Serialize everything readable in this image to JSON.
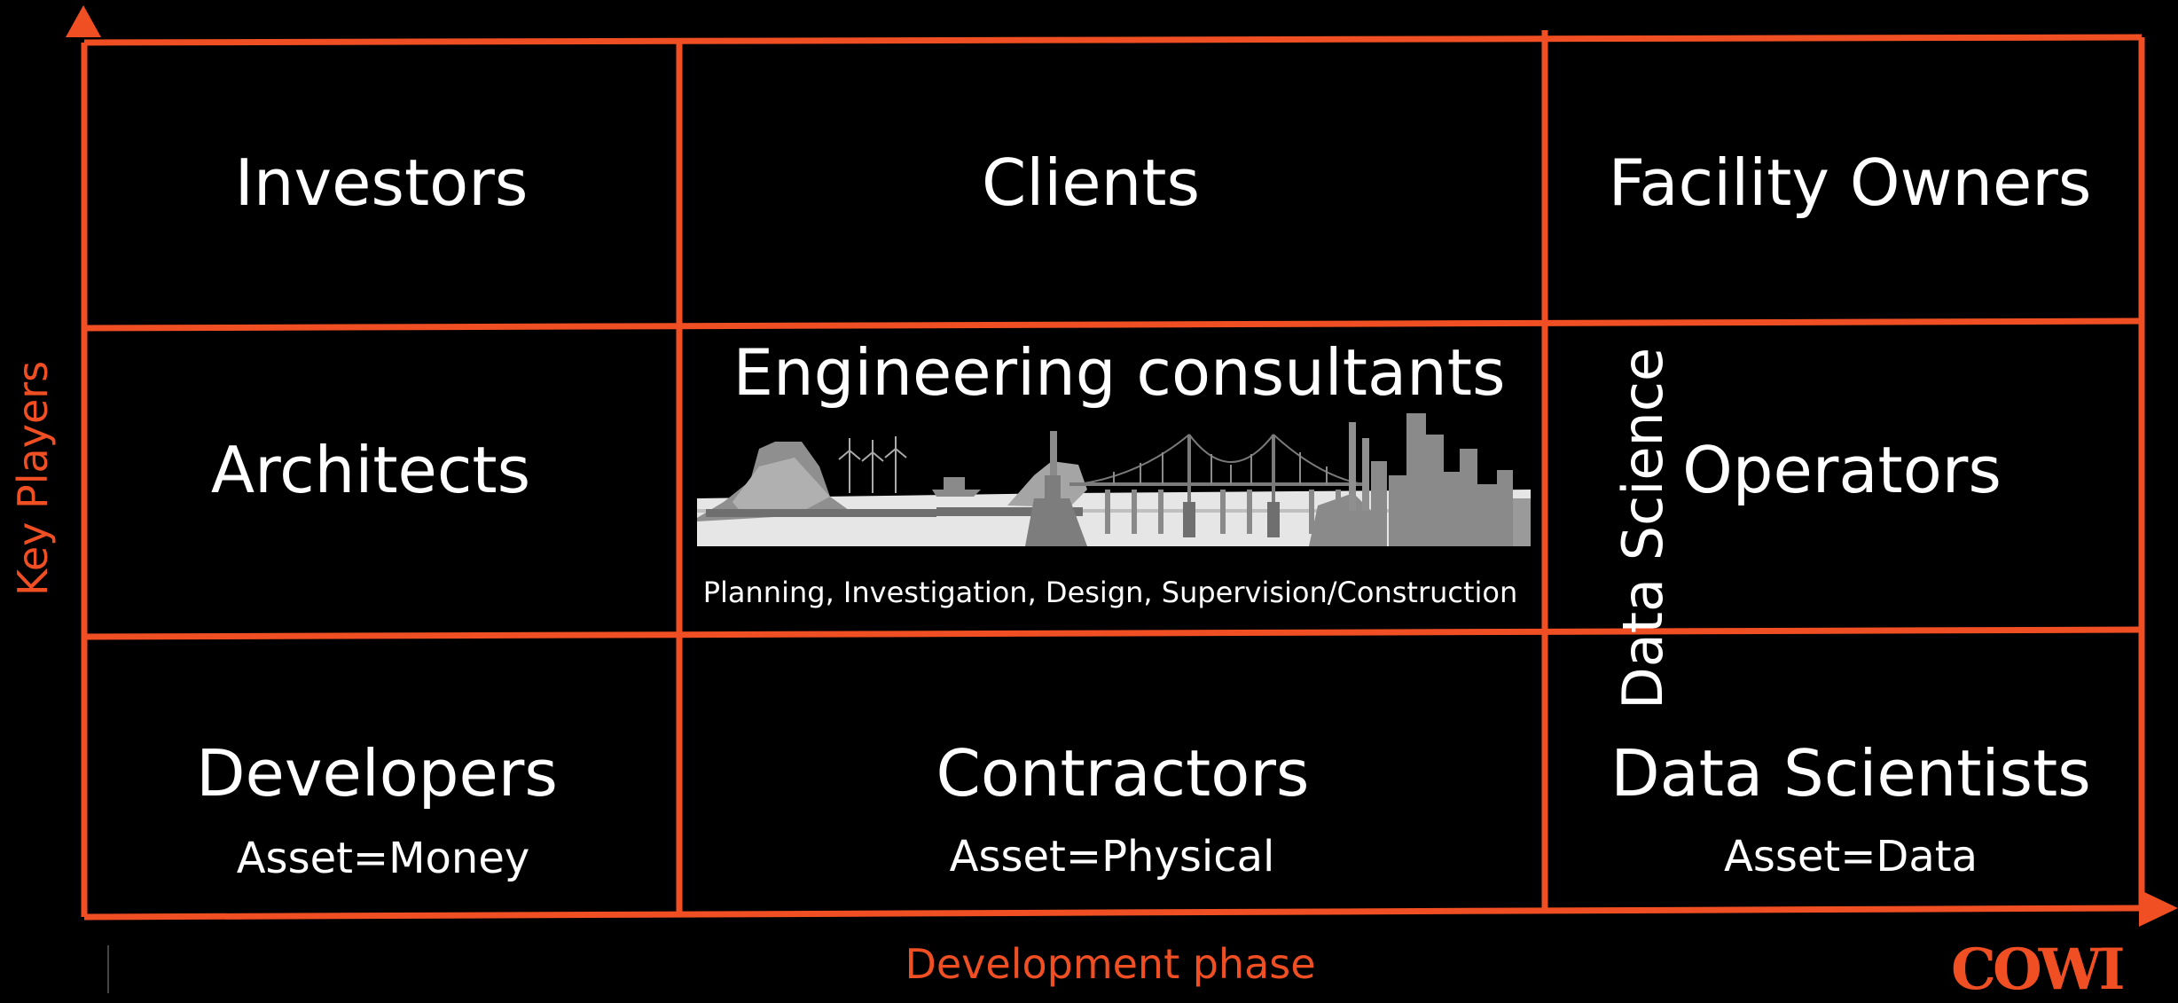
{
  "colors": {
    "grid": "#f04e23",
    "text": "#ffffff",
    "background": "#000000",
    "skyline": "#9a9a9a",
    "ground": "#e6e6e6"
  },
  "axes": {
    "x_label": "Development phase",
    "y_label": "Key Players"
  },
  "cells": {
    "investors": {
      "title": "Investors"
    },
    "clients": {
      "title": "Clients"
    },
    "facility_owners": {
      "title": "Facility Owners"
    },
    "architects": {
      "title": "Architects"
    },
    "engineering": {
      "title": "Engineering consultants",
      "phases": "Planning, Investigation, Design, Supervision/Construction"
    },
    "operators": {
      "title": "Operators"
    },
    "developers": {
      "title": "Developers",
      "asset": "Asset=Money"
    },
    "contractors": {
      "title": "Contractors",
      "asset": "Asset=Physical"
    },
    "data_scientists": {
      "title": "Data Scientists",
      "asset": "Asset=Data"
    }
  },
  "data_science_label": "Data Science",
  "logo_text": "COWI",
  "illustration": {
    "icon": "infrastructure-skyline-icon"
  }
}
